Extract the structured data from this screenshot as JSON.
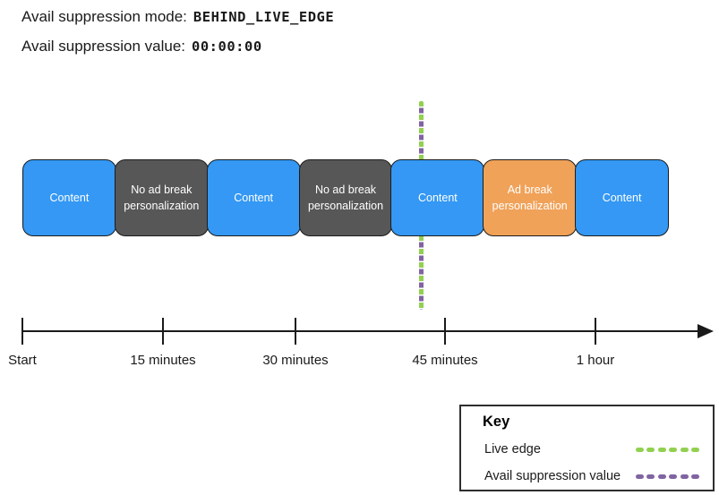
{
  "header": {
    "mode_label": "Avail suppression mode:",
    "mode_value": "BEHIND_LIVE_EDGE",
    "value_label": "Avail suppression value:",
    "value_value": "00:00:00"
  },
  "timeline": {
    "segments": [
      {
        "label": "Content",
        "type": "content"
      },
      {
        "label": "No ad break personalization",
        "type": "no-ad-break-personalization"
      },
      {
        "label": "Content",
        "type": "content"
      },
      {
        "label": "No ad break personalization",
        "type": "no-ad-break-personalization"
      },
      {
        "label": "Content",
        "type": "content"
      },
      {
        "label": "Ad break personalization",
        "type": "ad-break-personalization"
      },
      {
        "label": "Content",
        "type": "content"
      }
    ],
    "ticks": [
      "Start",
      "15 minutes",
      "30 minutes",
      "45 minutes",
      "1 hour"
    ],
    "live_edge_position": "45 minutes"
  },
  "legend": {
    "title": "Key",
    "items": [
      {
        "label": "Live edge",
        "color": "#92D050"
      },
      {
        "label": "Avail suppression value",
        "color": "#8064A2"
      }
    ]
  },
  "colors": {
    "content_blue": "#3498F4",
    "no_ad_gray": "#575757",
    "ad_orange": "#F0A259",
    "live_edge_green": "#92D050",
    "suppression_purple": "#8064A2"
  }
}
